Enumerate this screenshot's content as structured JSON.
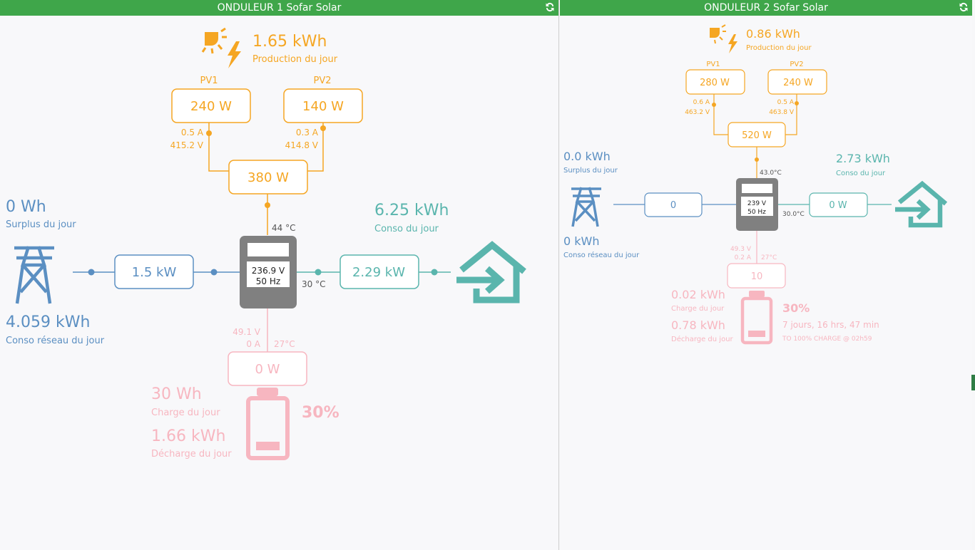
{
  "colors": {
    "header_bg": "#3fa64a",
    "solar": "#f5a623",
    "grid": "#5b8fc2",
    "home": "#5ab5ad",
    "battery": "#f7b6c0",
    "inverter": "#808080"
  },
  "icons": [
    "refresh-icon",
    "sun-bolt-icon",
    "pylon-icon",
    "home-arrow-icon",
    "battery-icon"
  ],
  "inverter1": {
    "title": "ONDULEUR 1 Sofar Solar",
    "production": {
      "value": "1.65 kWh",
      "label": "Production du jour"
    },
    "pv1": {
      "label": "PV1",
      "power": "240 W",
      "current": "0.5 A",
      "voltage": "415.2 V"
    },
    "pv2": {
      "label": "PV2",
      "power": "140 W",
      "current": "0.3 A",
      "voltage": "414.8 V"
    },
    "pv_total": "380 W",
    "inverter_temp": "44 °C",
    "inverter_voltage": "236.9 V",
    "inverter_freq": "50 Hz",
    "grid_surplus": {
      "value": "0 Wh",
      "label": "Surplus du jour"
    },
    "grid_import": {
      "value": "4.059 kWh",
      "label": "Conso réseau du jour"
    },
    "grid_power": "1.5 kW",
    "home_consumption": {
      "value": "6.25 kWh",
      "label": "Conso du jour"
    },
    "home_power": "2.29 kW",
    "home_temp": "30 °C",
    "battery_voltage": "49.1 V",
    "battery_current": "0 A",
    "battery_temp": "27°C",
    "battery_power": "0 W",
    "battery_charge": {
      "value": "30 Wh",
      "label": "Charge du jour"
    },
    "battery_discharge": {
      "value": "1.66 kWh",
      "label": "Décharge du jour"
    },
    "battery_soc": "30%",
    "battery_soc_fraction": 0.3
  },
  "inverter2": {
    "title": "ONDULEUR 2 Sofar Solar",
    "production": {
      "value": "0.86 kWh",
      "label": "Production du jour"
    },
    "pv1": {
      "label": "PV1",
      "power": "280 W",
      "current": "0.6 A",
      "voltage": "463.2 V"
    },
    "pv2": {
      "label": "PV2",
      "power": "240 W",
      "current": "0.5 A",
      "voltage": "463.8 V"
    },
    "pv_total": "520 W",
    "inverter_temp": "43.0°C",
    "inverter_voltage": "239 V",
    "inverter_freq": "50 Hz",
    "grid_surplus": {
      "value": "0.0 kWh",
      "label": "Surplus du jour"
    },
    "grid_import": {
      "value": "0 kWh",
      "label": "Conso réseau du jour"
    },
    "grid_power": "0",
    "home_consumption": {
      "value": "2.73 kWh",
      "label": "Conso du jour"
    },
    "home_power": "0 W",
    "home_temp": "30.0°C",
    "battery_voltage": "49.3 V",
    "battery_current": "0.2 A",
    "battery_temp": "27°C",
    "battery_power": "10",
    "battery_charge": {
      "value": "0.02 kWh",
      "label": "Charge du jour"
    },
    "battery_discharge": {
      "value": "0.78 kWh",
      "label": "Décharge du jour"
    },
    "battery_soc": "30%",
    "battery_soc_fraction": 0.3,
    "battery_time": "7 jours, 16 hrs, 47 min",
    "battery_time_note": "TO 100% CHARGE @ 02h59"
  }
}
